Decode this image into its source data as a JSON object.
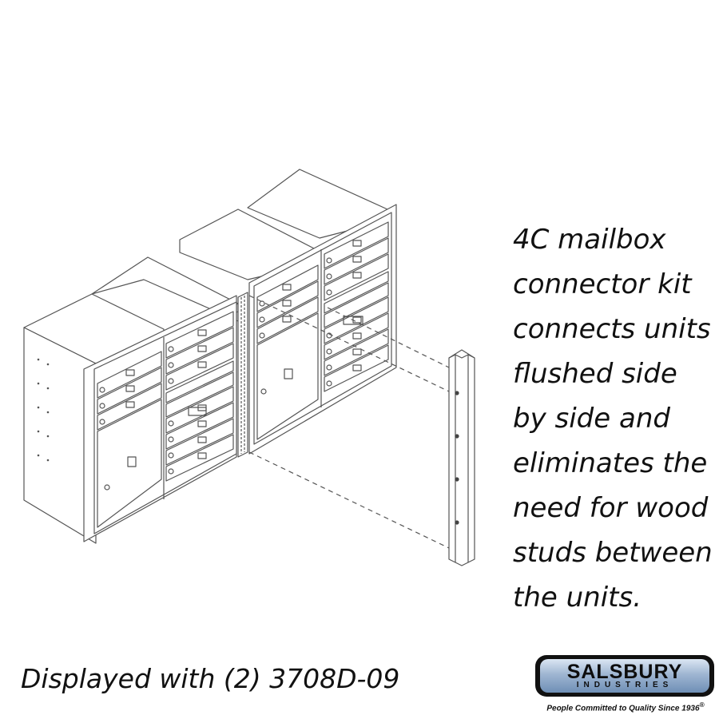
{
  "description": {
    "lines": [
      "4C mailbox",
      "connector kit",
      "connects units",
      "flushed side",
      "by side and",
      "eliminates the",
      "need for wood",
      "studs between",
      "the units."
    ]
  },
  "caption": "Displayed with (2) 3708D-09",
  "logo": {
    "name": "SALSBURY",
    "subtitle": "INDUSTRIES",
    "tagline": "People Committed to Quality Since 1936"
  },
  "colors": {
    "line": "#555555",
    "background": "#ffffff",
    "logo_badge": "#111111",
    "logo_fill": "#9fb6d2"
  },
  "icons": [
    "mailbox-unit-illustration",
    "connector-bracket-illustration"
  ]
}
